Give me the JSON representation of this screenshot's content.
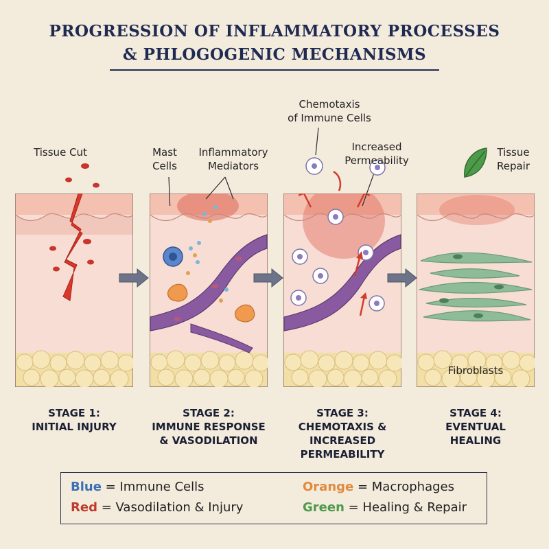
{
  "title": {
    "line1": "PROGRESSION OF INFLAMMATORY PROCESSES",
    "line2": "& PHLOGOGENIC MECHANISMS"
  },
  "annotations": {
    "tissue_cut": "Tissue Cut",
    "mast_cells": [
      "Mast",
      "Cells"
    ],
    "inflammatory_mediators": [
      "Inflammatory",
      "Mediators"
    ],
    "chemotaxis": [
      "Chemotaxis",
      "of Immune Cells"
    ],
    "increased_permeability": [
      "Increased",
      "Permeability"
    ],
    "tissue_repair": [
      "Tissue",
      "Repair"
    ],
    "fibroblasts": "Fibroblasts"
  },
  "stages": [
    {
      "line1": "STAGE 1:",
      "line2": "INITIAL INJURY",
      "line3": ""
    },
    {
      "line1": "STAGE 2:",
      "line2": "IMMUNE RESPONSE",
      "line3": "& VASODILATION"
    },
    {
      "line1": "STAGE 3:",
      "line2": "CHEMOTAXIS &",
      "line3": "INCREASED",
      "line4": "PERMEABILITY"
    },
    {
      "line1": "STAGE 4:",
      "line2": "EVENTUAL",
      "line3": "HEALING"
    }
  ],
  "legend": [
    {
      "key": "Blue",
      "value": "= Immune Cells",
      "color": "#3a6fb5"
    },
    {
      "key": "Orange",
      "value": "= Macrophages",
      "color": "#e08a3c"
    },
    {
      "key": "Red",
      "value": "= Vasodilation & Injury",
      "color": "#c0392b"
    },
    {
      "key": "Green",
      "value": "= Healing & Repair",
      "color": "#4c9a4a"
    }
  ],
  "colors": {
    "background": "#f3ebdc",
    "skin": "#f6c9bb",
    "dermis": "#f7ddd4",
    "fat": "#f2dfa6",
    "vessel": "#8a5aa0",
    "injury": "#d8372b",
    "immune": "#5b86c9",
    "macrophage": "#ef9a4f",
    "fibroblast": "#7fae8a",
    "leaf": "#4c9a4a",
    "arrow": "#6d7489"
  }
}
